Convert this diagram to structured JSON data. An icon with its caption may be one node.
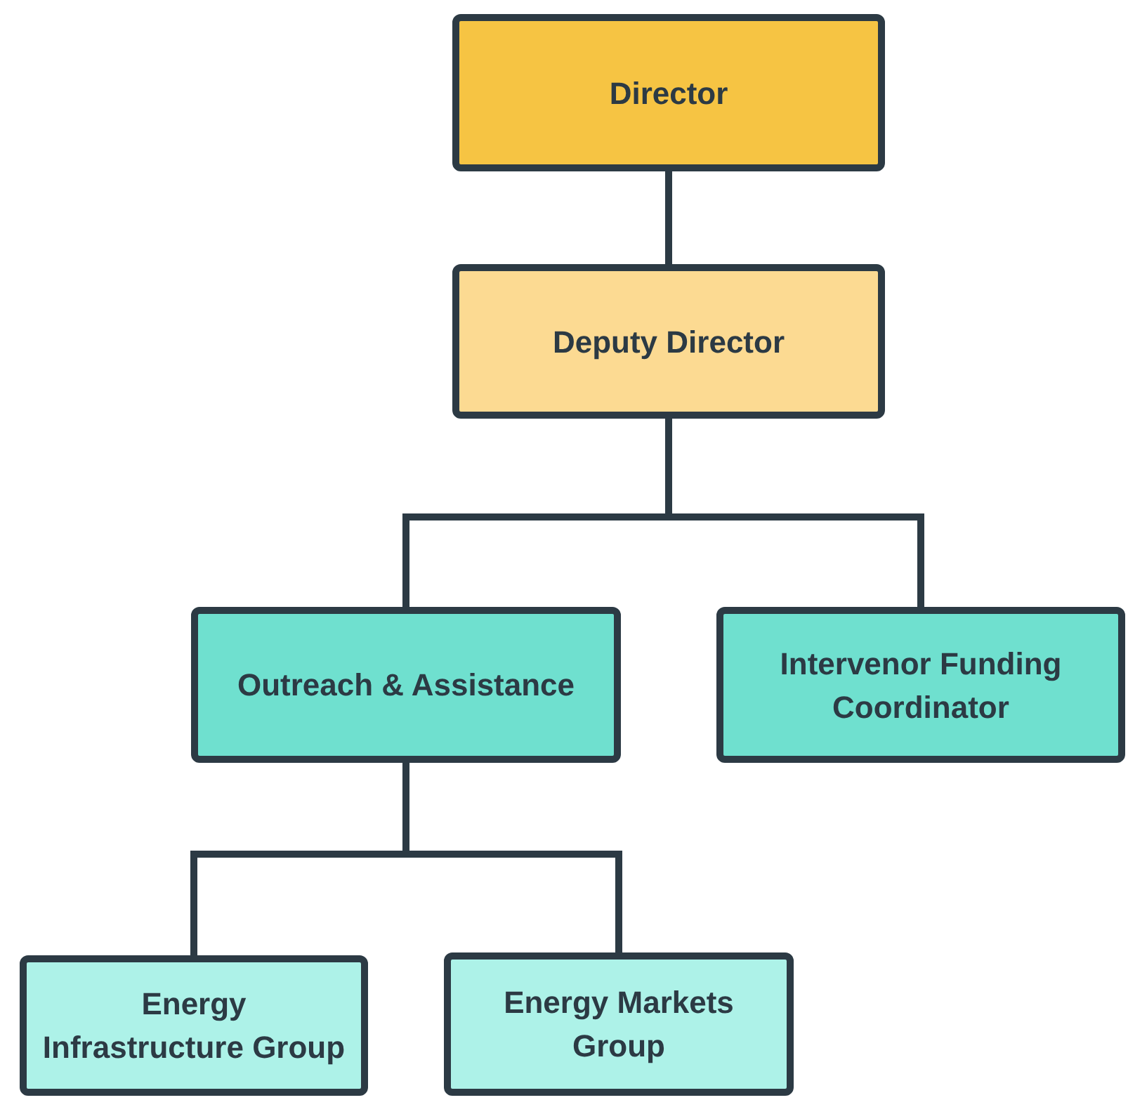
{
  "diagram": {
    "nodes": [
      {
        "text": [
          "Director"
        ]
      },
      {
        "text": [
          "Deputy Director"
        ]
      },
      {
        "text": [
          "Outreach & Assistance"
        ]
      },
      {
        "text": [
          "Intervenor Funding Coordinator"
        ]
      },
      {
        "text": [
          "Energy Infrastructure Group"
        ]
      },
      {
        "text": [
          "Energy Markets Group"
        ]
      }
    ],
    "edges": [
      {
        "from": 0,
        "to": 1,
        "arrow": "none"
      },
      {
        "from": 1,
        "to": 2,
        "arrow": "none"
      },
      {
        "from": 1,
        "to": 3,
        "arrow": "none"
      },
      {
        "from": 2,
        "to": 4,
        "arrow": "none"
      },
      {
        "from": 2,
        "to": 5,
        "arrow": "none"
      }
    ]
  }
}
